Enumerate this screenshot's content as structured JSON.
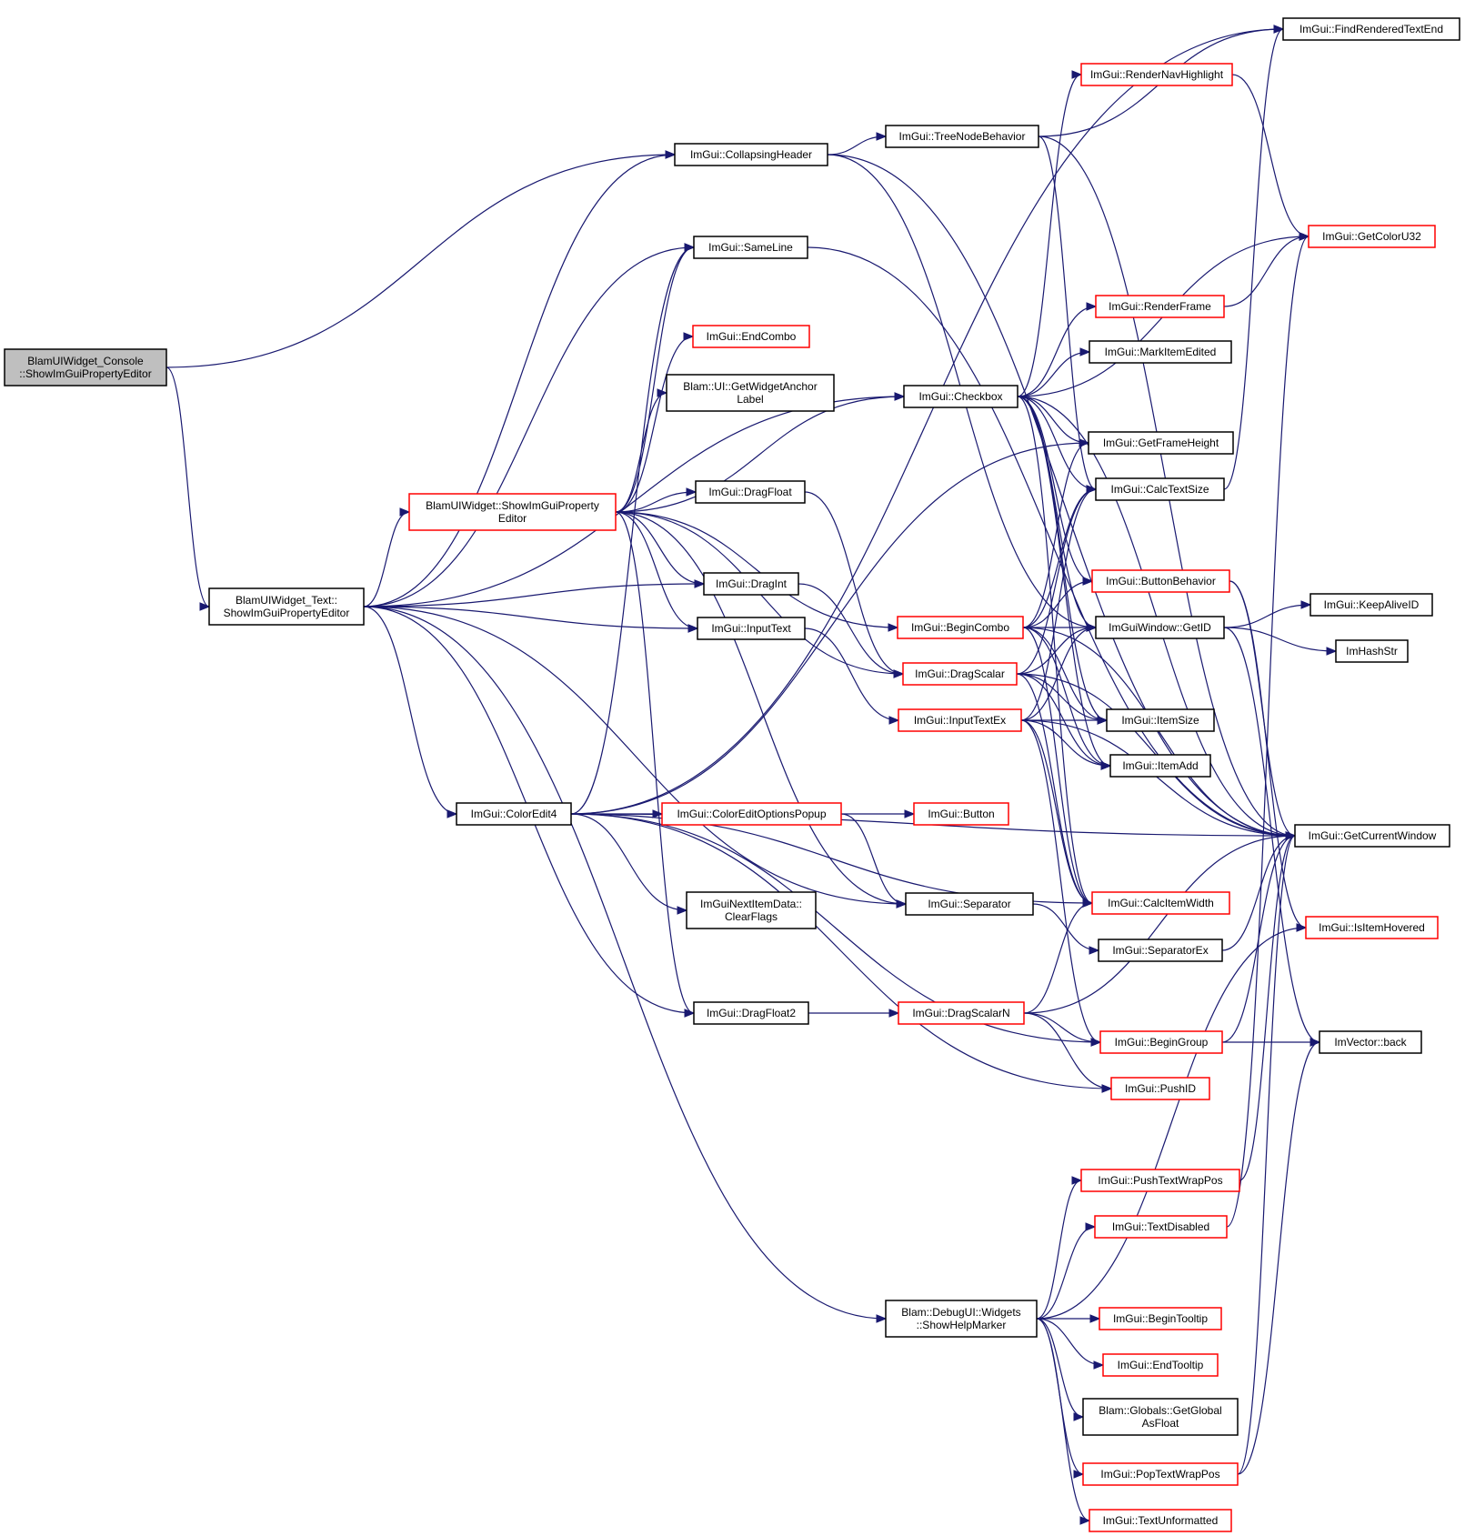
{
  "colors": {
    "edge": "#191970",
    "node_fill": "#ffffff",
    "node_root_fill": "#bfbfbf",
    "border_default": "#000000",
    "border_truncated": "#ff0000"
  },
  "nodes": [
    {
      "id": "root",
      "lines": [
        "BlamUIWidget_Console",
        "::ShowImGuiPropertyEditor"
      ],
      "border": "black",
      "root": true
    },
    {
      "id": "text_show",
      "lines": [
        "BlamUIWidget_Text::",
        "ShowImGuiPropertyEditor"
      ],
      "border": "black"
    },
    {
      "id": "widget_show",
      "lines": [
        "BlamUIWidget::ShowImGuiProperty",
        "Editor"
      ],
      "border": "red"
    },
    {
      "id": "collapsing",
      "lines": [
        "ImGui::CollapsingHeader"
      ],
      "border": "black"
    },
    {
      "id": "sameline",
      "lines": [
        "ImGui::SameLine"
      ],
      "border": "black"
    },
    {
      "id": "endcombo",
      "lines": [
        "ImGui::EndCombo"
      ],
      "border": "red"
    },
    {
      "id": "anchor",
      "lines": [
        "Blam::UI::GetWidgetAnchor",
        "Label"
      ],
      "border": "black"
    },
    {
      "id": "dragfloat",
      "lines": [
        "ImGui::DragFloat"
      ],
      "border": "black"
    },
    {
      "id": "dragint",
      "lines": [
        "ImGui::DragInt"
      ],
      "border": "black"
    },
    {
      "id": "inputtext",
      "lines": [
        "ImGui::InputText"
      ],
      "border": "black"
    },
    {
      "id": "coloredit4",
      "lines": [
        "ImGui::ColorEdit4"
      ],
      "border": "black"
    },
    {
      "id": "coloreditopt",
      "lines": [
        "ImGui::ColorEditOptionsPopup"
      ],
      "border": "red"
    },
    {
      "id": "nextitem",
      "lines": [
        "ImGuiNextItemData::",
        "ClearFlags"
      ],
      "border": "black"
    },
    {
      "id": "dragfloat2",
      "lines": [
        "ImGui::DragFloat2"
      ],
      "border": "black"
    },
    {
      "id": "helpmarker",
      "lines": [
        "Blam::DebugUI::Widgets",
        "::ShowHelpMarker"
      ],
      "border": "black"
    },
    {
      "id": "treenode",
      "lines": [
        "ImGui::TreeNodeBehavior"
      ],
      "border": "black"
    },
    {
      "id": "checkbox",
      "lines": [
        "ImGui::Checkbox"
      ],
      "border": "black"
    },
    {
      "id": "begincombo",
      "lines": [
        "ImGui::BeginCombo"
      ],
      "border": "red"
    },
    {
      "id": "dragscalar",
      "lines": [
        "ImGui::DragScalar"
      ],
      "border": "red"
    },
    {
      "id": "inputtextex",
      "lines": [
        "ImGui::InputTextEx"
      ],
      "border": "red"
    },
    {
      "id": "button",
      "lines": [
        "ImGui::Button"
      ],
      "border": "red"
    },
    {
      "id": "separator",
      "lines": [
        "ImGui::Separator"
      ],
      "border": "black"
    },
    {
      "id": "dragscalarn",
      "lines": [
        "ImGui::DragScalarN"
      ],
      "border": "red"
    },
    {
      "id": "findrendered",
      "lines": [
        "ImGui::FindRenderedTextEnd"
      ],
      "border": "black"
    },
    {
      "id": "rendernav",
      "lines": [
        "ImGui::RenderNavHighlight"
      ],
      "border": "red"
    },
    {
      "id": "renderframe",
      "lines": [
        "ImGui::RenderFrame"
      ],
      "border": "red"
    },
    {
      "id": "markedited",
      "lines": [
        "ImGui::MarkItemEdited"
      ],
      "border": "black"
    },
    {
      "id": "frameheight",
      "lines": [
        "ImGui::GetFrameHeight"
      ],
      "border": "black"
    },
    {
      "id": "calctextsize",
      "lines": [
        "ImGui::CalcTextSize"
      ],
      "border": "black"
    },
    {
      "id": "buttonbeh",
      "lines": [
        "ImGui::ButtonBehavior"
      ],
      "border": "red"
    },
    {
      "id": "getid",
      "lines": [
        "ImGuiWindow::GetID"
      ],
      "border": "black"
    },
    {
      "id": "itemsize",
      "lines": [
        "ImGui::ItemSize"
      ],
      "border": "black"
    },
    {
      "id": "itemadd",
      "lines": [
        "ImGui::ItemAdd"
      ],
      "border": "black"
    },
    {
      "id": "calcitemwidth",
      "lines": [
        "ImGui::CalcItemWidth"
      ],
      "border": "red"
    },
    {
      "id": "separatorex",
      "lines": [
        "ImGui::SeparatorEx"
      ],
      "border": "black"
    },
    {
      "id": "begingroup",
      "lines": [
        "ImGui::BeginGroup"
      ],
      "border": "red"
    },
    {
      "id": "pushid",
      "lines": [
        "ImGui::PushID"
      ],
      "border": "red"
    },
    {
      "id": "pushwrap",
      "lines": [
        "ImGui::PushTextWrapPos"
      ],
      "border": "red"
    },
    {
      "id": "textdisabled",
      "lines": [
        "ImGui::TextDisabled"
      ],
      "border": "red"
    },
    {
      "id": "begintooltip",
      "lines": [
        "ImGui::BeginTooltip"
      ],
      "border": "red"
    },
    {
      "id": "endtooltip",
      "lines": [
        "ImGui::EndTooltip"
      ],
      "border": "red"
    },
    {
      "id": "globalfloat",
      "lines": [
        "Blam::Globals::GetGlobal",
        "AsFloat"
      ],
      "border": "black"
    },
    {
      "id": "popwrap",
      "lines": [
        "ImGui::PopTextWrapPos"
      ],
      "border": "red"
    },
    {
      "id": "textunformatted",
      "lines": [
        "ImGui::TextUnformatted"
      ],
      "border": "red"
    },
    {
      "id": "getcoloru32",
      "lines": [
        "ImGui::GetColorU32"
      ],
      "border": "red"
    },
    {
      "id": "keepalive",
      "lines": [
        "ImGui::KeepAliveID"
      ],
      "border": "black"
    },
    {
      "id": "imhashstr",
      "lines": [
        "ImHashStr"
      ],
      "border": "black"
    },
    {
      "id": "getcurrentwindow",
      "lines": [
        "ImGui::GetCurrentWindow"
      ],
      "border": "black"
    },
    {
      "id": "isitemhovered",
      "lines": [
        "ImGui::IsItemHovered"
      ],
      "border": "red"
    },
    {
      "id": "imvectorback",
      "lines": [
        "ImVector::back"
      ],
      "border": "black"
    }
  ],
  "edges": [
    {
      "from": "root",
      "to": "collapsing"
    },
    {
      "from": "root",
      "to": "text_show"
    },
    {
      "from": "text_show",
      "to": "collapsing"
    },
    {
      "from": "text_show",
      "to": "sameline"
    },
    {
      "from": "text_show",
      "to": "checkbox"
    },
    {
      "from": "text_show",
      "to": "widget_show"
    },
    {
      "from": "text_show",
      "to": "dragint"
    },
    {
      "from": "text_show",
      "to": "inputtext"
    },
    {
      "from": "text_show",
      "to": "coloredit4"
    },
    {
      "from": "text_show",
      "to": "separator"
    },
    {
      "from": "text_show",
      "to": "dragfloat2"
    },
    {
      "from": "text_show",
      "to": "helpmarker"
    },
    {
      "from": "widget_show",
      "to": "sameline"
    },
    {
      "from": "widget_show",
      "to": "endcombo"
    },
    {
      "from": "widget_show",
      "to": "anchor"
    },
    {
      "from": "widget_show",
      "to": "checkbox"
    },
    {
      "from": "widget_show",
      "to": "begincombo"
    },
    {
      "from": "widget_show",
      "to": "dragfloat"
    },
    {
      "from": "widget_show",
      "to": "dragint"
    },
    {
      "from": "widget_show",
      "to": "inputtext"
    },
    {
      "from": "widget_show",
      "to": "dragscalar"
    },
    {
      "from": "widget_show",
      "to": "separator"
    },
    {
      "from": "widget_show",
      "to": "dragfloat2"
    },
    {
      "from": "collapsing",
      "to": "treenode"
    },
    {
      "from": "collapsing",
      "to": "getid"
    },
    {
      "from": "collapsing",
      "to": "getcurrentwindow"
    },
    {
      "from": "sameline",
      "to": "getcurrentwindow"
    },
    {
      "from": "dragfloat",
      "to": "dragscalar"
    },
    {
      "from": "dragint",
      "to": "dragscalar"
    },
    {
      "from": "inputtext",
      "to": "inputtextex"
    },
    {
      "from": "coloredit4",
      "to": "coloreditopt"
    },
    {
      "from": "coloredit4",
      "to": "nextitem"
    },
    {
      "from": "coloredit4",
      "to": "findrendered"
    },
    {
      "from": "coloredit4",
      "to": "frameheight"
    },
    {
      "from": "coloredit4",
      "to": "getcurrentwindow"
    },
    {
      "from": "coloredit4",
      "to": "begingroup"
    },
    {
      "from": "coloredit4",
      "to": "pushid"
    },
    {
      "from": "coloredit4",
      "to": "calcitemwidth"
    },
    {
      "from": "coloredit4",
      "to": "sameline"
    },
    {
      "from": "coloreditopt",
      "to": "button"
    },
    {
      "from": "coloreditopt",
      "to": "separator"
    },
    {
      "from": "dragfloat2",
      "to": "dragscalarn"
    },
    {
      "from": "treenode",
      "to": "findrendered"
    },
    {
      "from": "treenode",
      "to": "calctextsize"
    },
    {
      "from": "treenode",
      "to": "getcurrentwindow"
    },
    {
      "from": "checkbox",
      "to": "rendernav"
    },
    {
      "from": "checkbox",
      "to": "getcoloru32"
    },
    {
      "from": "checkbox",
      "to": "renderframe"
    },
    {
      "from": "checkbox",
      "to": "markedited"
    },
    {
      "from": "checkbox",
      "to": "frameheight"
    },
    {
      "from": "checkbox",
      "to": "calctextsize"
    },
    {
      "from": "checkbox",
      "to": "buttonbeh"
    },
    {
      "from": "checkbox",
      "to": "getid"
    },
    {
      "from": "checkbox",
      "to": "itemsize"
    },
    {
      "from": "checkbox",
      "to": "itemadd"
    },
    {
      "from": "checkbox",
      "to": "calcitemwidth"
    },
    {
      "from": "checkbox",
      "to": "getcurrentwindow"
    },
    {
      "from": "begincombo",
      "to": "calctextsize"
    },
    {
      "from": "begincombo",
      "to": "frameheight"
    },
    {
      "from": "begincombo",
      "to": "buttonbeh"
    },
    {
      "from": "begincombo",
      "to": "getid"
    },
    {
      "from": "begincombo",
      "to": "itemsize"
    },
    {
      "from": "begincombo",
      "to": "itemadd"
    },
    {
      "from": "begincombo",
      "to": "calcitemwidth"
    },
    {
      "from": "begincombo",
      "to": "getcurrentwindow"
    },
    {
      "from": "dragscalar",
      "to": "calctextsize"
    },
    {
      "from": "dragscalar",
      "to": "getid"
    },
    {
      "from": "dragscalar",
      "to": "itemsize"
    },
    {
      "from": "dragscalar",
      "to": "itemadd"
    },
    {
      "from": "dragscalar",
      "to": "calcitemwidth"
    },
    {
      "from": "dragscalar",
      "to": "getcurrentwindow"
    },
    {
      "from": "inputtextex",
      "to": "getid"
    },
    {
      "from": "inputtextex",
      "to": "itemsize"
    },
    {
      "from": "inputtextex",
      "to": "itemadd"
    },
    {
      "from": "inputtextex",
      "to": "calcitemwidth"
    },
    {
      "from": "inputtextex",
      "to": "begingroup"
    },
    {
      "from": "inputtextex",
      "to": "getcurrentwindow"
    },
    {
      "from": "inputtextex",
      "to": "calctextsize"
    },
    {
      "from": "separator",
      "to": "separatorex"
    },
    {
      "from": "separatorex",
      "to": "getcurrentwindow"
    },
    {
      "from": "dragscalarn",
      "to": "calcitemwidth"
    },
    {
      "from": "dragscalarn",
      "to": "begingroup"
    },
    {
      "from": "dragscalarn",
      "to": "pushid"
    },
    {
      "from": "dragscalarn",
      "to": "getcurrentwindow"
    },
    {
      "from": "rendernav",
      "to": "getcoloru32"
    },
    {
      "from": "renderframe",
      "to": "getcoloru32"
    },
    {
      "from": "calctextsize",
      "to": "findrendered"
    },
    {
      "from": "buttonbeh",
      "to": "getcurrentwindow"
    },
    {
      "from": "buttonbeh",
      "to": "isitemhovered"
    },
    {
      "from": "getid",
      "to": "keepalive"
    },
    {
      "from": "getid",
      "to": "imhashstr"
    },
    {
      "from": "getid",
      "to": "imvectorback"
    },
    {
      "from": "begingroup",
      "to": "imvectorback"
    },
    {
      "from": "begingroup",
      "to": "getcurrentwindow"
    },
    {
      "from": "pushwrap",
      "to": "getcurrentwindow"
    },
    {
      "from": "textdisabled",
      "to": "getcoloru32"
    },
    {
      "from": "popwrap",
      "to": "imvectorback"
    },
    {
      "from": "popwrap",
      "to": "getcurrentwindow"
    },
    {
      "from": "helpmarker",
      "to": "pushwrap"
    },
    {
      "from": "helpmarker",
      "to": "textdisabled"
    },
    {
      "from": "helpmarker",
      "to": "isitemhovered"
    },
    {
      "from": "helpmarker",
      "to": "begintooltip"
    },
    {
      "from": "helpmarker",
      "to": "endtooltip"
    },
    {
      "from": "helpmarker",
      "to": "globalfloat"
    },
    {
      "from": "helpmarker",
      "to": "popwrap"
    },
    {
      "from": "helpmarker",
      "to": "textunformatted"
    }
  ]
}
